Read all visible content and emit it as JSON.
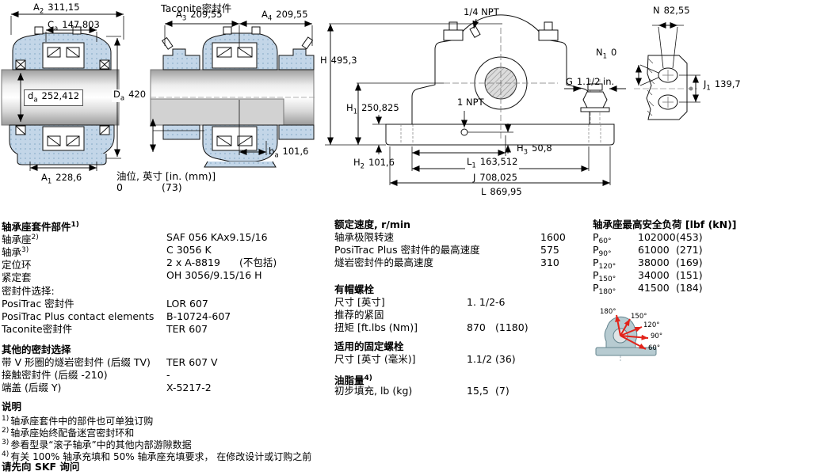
{
  "page": {
    "bg": "#ffffff"
  },
  "colors": {
    "housing_fill": "#c3d6e8",
    "housing_dot": "#8fb0cc",
    "diagram_fill": "#b7cbd1",
    "arrow_red": "#e2231a"
  },
  "drawings": {
    "cross_section": {
      "dims": {
        "a2": {
          "sym": "A",
          "sub": "2",
          "val": "311,15"
        },
        "ca": {
          "sym": "C",
          "sub": "a",
          "val": "147,803"
        },
        "da": {
          "sym": "d",
          "sub": "a",
          "val": "252,412"
        },
        "Da": {
          "sym": "D",
          "sub": "a",
          "val": "420"
        },
        "a1": {
          "sym": "A",
          "sub": "1",
          "val": "228,6"
        }
      }
    },
    "taconite": {
      "title": "Taconite密封件",
      "dims": {
        "a3": {
          "sym": "A",
          "sub": "3",
          "val": "209,55"
        },
        "a4": {
          "sym": "A",
          "sub": "4",
          "val": "209,55"
        },
        "ba": {
          "sym": "b",
          "sub": "a",
          "val": "101,6"
        }
      }
    },
    "oil": {
      "label": "油位, 英寸 [in. (mm)]",
      "value_left": "0",
      "value_right": "(73)"
    },
    "front_view": {
      "npt_top": "1/4 NPT",
      "npt_side": "1 NPT",
      "dims": {
        "h": {
          "sym": "H",
          "sub": "",
          "val": "495,3"
        },
        "h1": {
          "sym": "H",
          "sub": "1",
          "val": "250,825"
        },
        "h2": {
          "sym": "H",
          "sub": "2",
          "val": "101,6"
        },
        "h3": {
          "sym": "H",
          "sub": "3",
          "val": "50,8"
        },
        "l1": {
          "sym": "L",
          "sub": "1",
          "val": "163,512"
        },
        "j": {
          "sym": "J",
          "sub": "",
          "val": "708,025"
        },
        "l": {
          "sym": "L",
          "sub": "",
          "val": "869,95"
        },
        "n1": {
          "sym": "N",
          "sub": "1",
          "val": "0"
        },
        "g": {
          "sym": "G",
          "sub": "",
          "val": "1.1/2 in."
        }
      }
    },
    "base_view": {
      "dims": {
        "n": {
          "sym": "N",
          "sub": "",
          "val": "82,55"
        },
        "j1": {
          "sym": "J",
          "sub": "1",
          "val": "139,7"
        }
      }
    },
    "load_diagram": {
      "angles": [
        "180°",
        "150°",
        "120°",
        "90°",
        "60°"
      ]
    }
  },
  "left_col": {
    "s1_header": {
      "text": "轴承座套件部件",
      "sup": "1)"
    },
    "s1_rows": [
      {
        "label": "轴承座",
        "sup": "2)",
        "value": "SAF 056 KAx9.15/16",
        "note": ""
      },
      {
        "label": "轴承",
        "sup": "3)",
        "value": "C 3056 K",
        "note": ""
      },
      {
        "label": "定位环",
        "sup": "",
        "value": "2 x A-8819",
        "note": "(不包括)"
      },
      {
        "label": "紧定套",
        "sup": "",
        "value": "OH 3056/9.15/16 H",
        "note": ""
      }
    ],
    "s2_header": "密封件选择:",
    "s2_rows": [
      {
        "label": "PosiTrac 密封件",
        "value": "LOR 607"
      },
      {
        "label": "PosiTrac Plus contact elements",
        "value": "B-10724-607"
      },
      {
        "label": "Taconite密封件",
        "value": "TER 607"
      }
    ],
    "s3_header": "其他的密封选择",
    "s3_rows": [
      {
        "label": "带 V 形圈的燧岩密封件 (后缀 TV)",
        "value": "TER 607 V"
      },
      {
        "label": "接触密封件 (后缀 -210)",
        "value": "-"
      },
      {
        "label": "端盖 (后缀 Y)",
        "value": "X-5217-2"
      }
    ],
    "notes_header": "说明",
    "notes": [
      {
        "sup": "1)",
        "text": "轴承座套件中的部件也可单独订购"
      },
      {
        "sup": "2)",
        "text": "轴承座始终配备迷宫密封环和"
      },
      {
        "sup": "3)",
        "text": "参看型录“滚子轴承”中的其他内部游隙数据"
      },
      {
        "sup": "4)",
        "text": "有关 100% 轴承充填和 50% 轴承座充填要求， 在修改设计或订购之前"
      }
    ],
    "notes_footer": "请先向 SKF 询问"
  },
  "mid_col": {
    "speed_header": "额定速度, r/min",
    "speed_rows": [
      {
        "label": "轴承极限转速",
        "value": "1600"
      },
      {
        "label": "PosiTrac Plus 密封件的最高速度",
        "value": "575"
      },
      {
        "label": "燧岩密封件的最高速度",
        "value": "310"
      }
    ],
    "capscrew_header": "有帽螺栓",
    "capscrew_rows": [
      {
        "label": "尺寸 [英寸]",
        "value": "1. 1/2-6",
        "note": ""
      },
      {
        "label": "推荐的紧固",
        "value": "",
        "note": ""
      },
      {
        "label": "扭矩 [ft.lbs (Nm)]",
        "value": "870",
        "note": "(1180)"
      }
    ],
    "bolt_header": "适用的固定螺栓",
    "bolt_rows": [
      {
        "label": "尺寸 [英寸 (毫米)]",
        "value": "1.1/2",
        "note": "(36)"
      }
    ],
    "grease_header": {
      "text": "油脂量",
      "sup": "4)"
    },
    "grease_rows": [
      {
        "label": "初步填充, lb (kg)",
        "value": "15,5",
        "note": "(7)"
      }
    ]
  },
  "right_col": {
    "load_header": "轴承座最高安全负荷 [lbf (kN)]",
    "load_rows": [
      {
        "label": "P",
        "sub": "60°",
        "value": "102000",
        "note": "(453)"
      },
      {
        "label": "P",
        "sub": "90°",
        "value": "61000",
        "note": "(271)"
      },
      {
        "label": "P",
        "sub": "120°",
        "value": "38000",
        "note": "(169)"
      },
      {
        "label": "P",
        "sub": "150°",
        "value": "34000",
        "note": "(151)"
      },
      {
        "label": "P",
        "sub": "180°",
        "value": "41500",
        "note": "(184)"
      }
    ]
  }
}
